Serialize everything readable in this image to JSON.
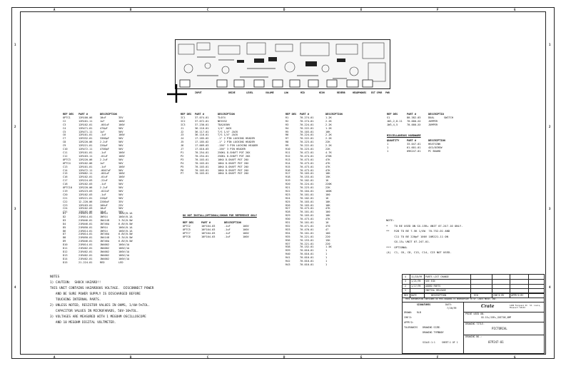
{
  "zones_top": [
    "A",
    "B",
    "C",
    "D",
    "E",
    "F",
    "G"
  ],
  "zones_side": [
    "1",
    "2",
    "3",
    "4"
  ],
  "board_labels": [
    "INPUT",
    "DRIVE",
    "LEVEL",
    "VOLUME",
    "LOW",
    "MID",
    "HIGH",
    "REVERB",
    "HEADPHONES",
    "EXT SPKR",
    "PWR"
  ],
  "table1": {
    "headers": [
      "REF DES",
      "PART #",
      "DESCRIPTION",
      ""
    ],
    "rows": [
      [
        "OPTC1",
        "12R100-06",
        "10uF",
        "35V"
      ],
      [
        "C2",
        "12R101-11",
        "1uF",
        "100V"
      ],
      [
        "C3",
        "12R102-01",
        ".001uF",
        "100V"
      ],
      [
        "C4",
        "12R471-01",
        "470pF",
        "50V"
      ],
      [
        "C5",
        "12R471-11",
        "1uF",
        "50V"
      ],
      [
        "C6",
        "12R101-01",
        ".1uF",
        "100V"
      ],
      [
        "C7",
        "12R332-01",
        "3300pF",
        "50V"
      ],
      [
        "C8",
        "12R220-06",
        "2.2uF",
        "50V"
      ],
      [
        "C9",
        "12R221-01",
        "220pF",
        "50V"
      ],
      [
        "C10",
        "12R472-11",
        "4700pF",
        "50V"
      ],
      [
        "C11",
        "12R101-01",
        ".1uF",
        "100V"
      ],
      [
        "C12",
        "12R103-11",
        ".01uF",
        "100V"
      ],
      [
        "OPTC3",
        "12R220-06",
        "2.2uF",
        "50V"
      ],
      [
        "OPTC4",
        "12R102-06",
        "1uF",
        "50V"
      ],
      [
        "C13",
        "12R101-01",
        ".1uF",
        "100V"
      ],
      [
        "C14",
        "12R472-11",
        ".0047uF",
        "50V"
      ],
      [
        "C15",
        "12R682-11",
        ".001uF",
        "100V"
      ],
      [
        "C16",
        "12R102-01",
        ".01uF",
        "100V"
      ],
      [
        "C17",
        "12R224-03",
        ".22uF",
        "50V"
      ],
      [
        "C18",
        "12R102-03",
        ".1uF",
        "50V"
      ],
      [
        "OPTC10",
        "12R220-06",
        "2.2uF",
        "50V"
      ],
      [
        "C19",
        "12R223-03",
        ".022uF",
        "50V"
      ],
      [
        "C20",
        "12R102-03",
        ".1uF",
        "50V"
      ],
      [
        "C21",
        "12R221-01",
        "220pF",
        "50V"
      ],
      [
        "C22",
        "12-220-06",
        "2200uF",
        "35V"
      ],
      [
        "C23",
        "12R103-01",
        "100uF",
        "25V"
      ],
      [
        "C24",
        "12R102-03",
        "10uF",
        "50V"
      ],
      [
        "C31",
        "12R102-06",
        "10uF",
        "50V"
      ]
    ]
  },
  "table1b": {
    "rows": [
      [
        "D1",
        "21R014-01",
        "1N914",
        "100V/0.1A"
      ],
      [
        "D2",
        "21R014-01",
        "1N914",
        "100V/0.1A"
      ],
      [
        "D3",
        "21R046-01",
        "1N4148",
        "3.3V/0.5W"
      ],
      [
        "D4",
        "21R046-01",
        "1N746A",
        "6.8V/0.5W"
      ],
      [
        "D5",
        "21R050-01",
        "1N914",
        "100V/0.1A"
      ],
      [
        "D6",
        "21R014-01",
        "1N914",
        "100V/0.1A"
      ],
      [
        "D7",
        "21R014-01",
        "1N746A",
        "6.8V/0.5W"
      ],
      [
        "D8",
        "21R050-01",
        "1N4148",
        "3.3V/0.5W"
      ],
      [
        "D9",
        "21R046-01",
        "1N746A",
        "6.8V/0.5W"
      ],
      [
        "D10",
        "21R014-01",
        "1N4002",
        "100V/1A"
      ],
      [
        "D11",
        "21R402-01",
        "1N4002",
        "100V/1A"
      ],
      [
        "D12",
        "21R402-01",
        "1N4002",
        "100V/1A"
      ],
      [
        "D13",
        "21R402-01",
        "1N4002",
        "100V/1A"
      ],
      [
        "D14",
        "21R402-01",
        "1N4002",
        "100V/1A"
      ],
      [
        "D15",
        "21-224-01",
        "RED",
        "LED"
      ]
    ]
  },
  "table2": {
    "headers": [
      "REF DES",
      "PART #",
      "DESCRIPTION"
    ],
    "rows": [
      [
        "IC1",
        "37-074-01",
        "TL074"
      ],
      [
        "IC2",
        "37-072-01",
        "NE5532"
      ],
      [
        "IC3",
        "37-230-01",
        "TDA2030V"
      ],
      [
        "",
        "",
        " "
      ],
      [
        "J1",
        "36-116-01",
        "1/4\" JACK"
      ],
      [
        "J2",
        "36-117-01",
        "T/S   1/4\" JACK"
      ],
      [
        "J3",
        "36-116-01",
        "T/S   1/4\" JACK"
      ],
      [
        "J4",
        "17-185-02",
        ".1\"  2 PIN LOCKING HEADER"
      ],
      [
        "J5",
        "17-185-02",
        ".1\"  2 PIN LOCKING HEADER"
      ],
      [
        "J6",
        "17-009-03",
        ".156\" 3 PIN LOCKING HEADER"
      ],
      [
        "J7",
        "17-010-03",
        ".156\" 3 PIN HEADER"
      ],
      [
        "",
        "",
        " "
      ],
      [
        "P1",
        "70-254-01",
        "250KL  D-SHAFT POT 20X"
      ],
      [
        "P2",
        "70-254-01",
        "250KL  D-SHAFT POT 20X"
      ],
      [
        "P3",
        "70-103-01",
        "10KA   D-SHAFT POT 20X"
      ],
      [
        "P4",
        "70-103-01",
        "10KA   D-SHAFT POT 20X"
      ],
      [
        "P5",
        "70-103-01",
        "10KA   D-SHAFT POT 20X"
      ],
      [
        "P6",
        "70-103-01",
        "10KA   D-SHAFT POT 20X"
      ],
      [
        "P7",
        "70-103-01",
        "10KA   D-SHAFT POT 20X"
      ]
    ]
  },
  "table3": {
    "title": "DO NOT INSTALL(OPTIONAL)SHOWN FOR REFERENCE ONLY",
    "headers": [
      "REF DES",
      "PART #",
      "DESCRIPTION",
      ""
    ],
    "rows": [
      [
        "OPTC2",
        "10F104-03",
        ".1uF",
        "100V"
      ],
      [
        "OPTC5",
        "10F104-03",
        ".1uF",
        "100V"
      ],
      [
        "OPTC7",
        "10F104-03",
        ".1uF",
        "100V"
      ],
      [
        "OPTC8",
        "10F104-03",
        ".1uF",
        "100V"
      ]
    ]
  },
  "table4": {
    "headers": [
      "REF DES",
      "PART #",
      "DESCRIPTION"
    ],
    "rows": [
      [
        "R1",
        "70-274-01",
        "1.2K"
      ],
      [
        "R2",
        "70-274-01",
        "2.2K"
      ],
      [
        "R3",
        "70-224-01",
        "2.2K"
      ],
      [
        "R4",
        "70-222-01",
        "1.2K"
      ],
      [
        "R5",
        "70-103-01",
        "10K"
      ],
      [
        "R6",
        "70-224-01",
        "2.2K"
      ],
      [
        "R7",
        "70-222-01",
        "2.2K"
      ],
      [
        "R8",
        "70-223-01",
        "22K"
      ],
      [
        "R9",
        "70-222-01",
        "2.2K"
      ],
      [
        "R10",
        "70-223-01",
        "22K"
      ],
      [
        "R11",
        "70-472-01",
        "4.7K"
      ],
      [
        "R12",
        "70-474-01",
        "470K"
      ],
      [
        "R13",
        "70-473-01",
        "47K"
      ],
      [
        "R14",
        "70-473-01",
        "47K"
      ],
      [
        "R15",
        "70-473-01",
        "47K"
      ],
      [
        "R16",
        "70-473-01",
        "47K"
      ],
      [
        "R17",
        "70-103-01",
        "10K"
      ],
      [
        "R18",
        "70-153-01",
        "15K"
      ],
      [
        "R19",
        "70-102-01",
        "1K"
      ],
      [
        "R20",
        "70-224-01",
        "220K"
      ],
      [
        "R21",
        "70-223-01",
        "22K"
      ],
      [
        "R22",
        "70-104-01",
        "100K"
      ],
      [
        "R23",
        "70-101-01",
        "100"
      ],
      [
        "R24",
        "70-102-01",
        "1K"
      ],
      [
        "R25",
        "70-103-01",
        "10K"
      ],
      [
        "R26",
        "70-103-01",
        "10K"
      ],
      [
        "R27",
        "70-473-01",
        "47K"
      ],
      [
        "R28",
        "70-101-01",
        "100"
      ],
      [
        "R29",
        "70-103-01",
        "10K"
      ],
      [
        "R30",
        "70-473-01",
        "47K"
      ],
      [
        "R31",
        "70-101-01",
        "10"
      ],
      [
        "R32",
        "70-471-01",
        "470"
      ],
      [
        "R33",
        "70-470-01",
        "47"
      ],
      [
        "R34",
        "70-101-01",
        "100"
      ],
      [
        "R35",
        "70-221-01",
        "220"
      ],
      [
        "R36",
        "70-153-01",
        "15K"
      ],
      [
        "R37",
        "70-221-01",
        "220"
      ],
      [
        "R38",
        "70-152-01",
        "1.5K"
      ],
      [
        "R39",
        "70-010-01",
        "1"
      ],
      [
        "R40",
        "70-010-01",
        "1"
      ],
      [
        "R41",
        "70-010-01",
        "1"
      ],
      [
        "R42",
        "70-010-01",
        "1"
      ],
      [
        "R43",
        "70-010-01",
        "1"
      ]
    ]
  },
  "table5": {
    "headers": [
      "REF DES",
      "PART #",
      "DESCRIPTION",
      ""
    ],
    "rows": [
      [
        "S1",
        "80-382-03",
        "DUAL",
        "SWITCH"
      ],
      [
        "JW1,2,8-11",
        "70-000-XX",
        "JUMPER",
        ""
      ],
      [
        "JW3,4,5",
        "70-000-XX",
        "JUMPER",
        ""
      ]
    ],
    "misc_title": "MISCELLANEOUS HARDWARE",
    "misc_headers": [
      "QUANTITY",
      "PART #",
      "DESCRIPTION"
    ],
    "misc_rows": [
      [
        "1",
        "33-047-01",
        "HEATSINK"
      ],
      [
        "1",
        "61-601-01",
        "4X3/8CREW"
      ],
      [
        "1",
        "09K247-01",
        "PC BOARD"
      ]
    ]
  },
  "notes": {
    "title": "NOTES",
    "lines": [
      "1) CAUTION:  SHOCK HAZARD!!",
      "THIS UNIT CONTAINS HAZARDOUS VOLTAGE.  DISCONNECT POWER",
      "   AND BE SURE POWER SUPPLY IS DISCHARGED BEFORE",
      "   TOUCHING INTERNAL PARTS.",
      "2) UNLESS NOTED, RESISTOR VALUES IN OHMS, 1/4W-5%TOL.",
      "   CAPACITOR VALUES IN MICROFARADS, 50V-10%TOL.",
      "3) VOLTAGES ARE MEASURED WITH 1 MEGOHM OSCILLOSCOPE",
      "   AND 10 MEGOHM DIGITAL VOLTMETER."
    ]
  },
  "right_notes": {
    "title": "NOTE:",
    "lines": [
      "*    TO BE USED ON GX-15R+ UNIT 07-247-10 ONLY.",
      "**   R28 TO BE 7.5K 1/4W  70-752-01 AND",
      "     C11 TO BE 220pF 100V 10R221-11 ON",
      "     GX-15+ UNIT 07-247-01.",
      "***  OPTIONAL",
      "(4)  C1, C6, C8, C13, C14, C23 NOT USED."
    ]
  },
  "title_block": {
    "rev_rows": [
      [
        "4",
        "11/18/99",
        "PARTS LIST CHANGE",
        "",
        "",
        ""
      ],
      [
        "3",
        "1/21/99",
        "SEE ECN",
        "",
        "",
        ""
      ],
      [
        "2",
        "1/17/99",
        "ADDED PARTS",
        "",
        "",
        ""
      ],
      [
        "1",
        "",
        "INITIAL RELEASE",
        "",
        "",
        ""
      ]
    ],
    "rev_headers": [
      "REV",
      "DATE",
      "DESCRIPTION",
      "ECO",
      "CHK'D BY",
      "APPR'D BY"
    ],
    "signatures": "SIGNATURES",
    "date_label": "DATE:",
    "date_value": "7/20/99",
    "drawn": "DRAWN:",
    "drawn_by": "RLB",
    "checked": "CHK'D:",
    "approved": "APPR'D:",
    "tolerances": "TOLERANCES",
    "drawing_size": "DRAWING SIZE:",
    "drawing_size_value": "C",
    "drawing_type": "DRAWING TYPE:",
    "drawing_type_value": "BODY",
    "scale": "SCALE:",
    "scale_value": "1:1",
    "sheet": "SHEET:",
    "sheet_value": "1 OF 1",
    "company": "Crate",
    "address": "1400 Ferguson Dr. St. Louis, Missouri 63133",
    "file_label": "PRINT USED ON:",
    "file_value": "GX-15+/15R+_GUITAR_AMP",
    "title_label": "DRAWING TITLE:",
    "title_value": "PICTORIAL",
    "number_label": "DRAWING NO.:",
    "number_value": "07P247-01",
    "confidential": "THIS INFORMATION CONTAINED ON THIS DRAWING IS PROPRIETARY TO ST. LOUIS MUSIC, INC."
  }
}
